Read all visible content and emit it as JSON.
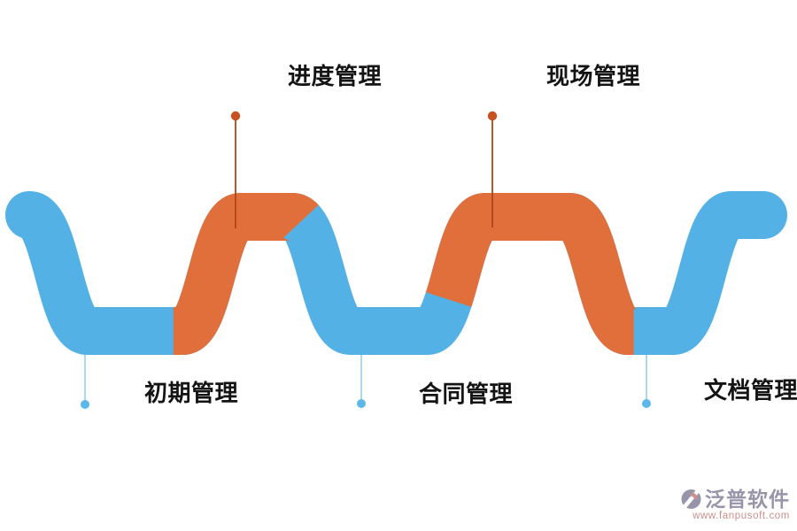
{
  "nodes": [
    {
      "id": "chuqi",
      "label": "初期管理",
      "side": "bottom",
      "segment": "blue"
    },
    {
      "id": "jindu",
      "label": "进度管理",
      "side": "top",
      "segment": "orange"
    },
    {
      "id": "hetong",
      "label": "合同管理",
      "side": "bottom",
      "segment": "blue"
    },
    {
      "id": "xianchang",
      "label": "现场管理",
      "side": "top",
      "segment": "orange"
    },
    {
      "id": "wendang",
      "label": "文档管理",
      "side": "bottom",
      "segment": "blue"
    }
  ],
  "colors": {
    "wave_blue": "#54B1E5",
    "wave_orange": "#E06F3B",
    "stem_blue": "#A9D8F2",
    "dot_blue": "#5CB8E8",
    "stem_orange": "#AC4717",
    "dot_orange": "#C8511F",
    "label_text": "#141414",
    "brand_gray": "#9795AA",
    "brand_salmon": "#CC8F8B"
  },
  "watermark": {
    "brand": "泛普软件",
    "url": "www.fanpusoft.com"
  }
}
